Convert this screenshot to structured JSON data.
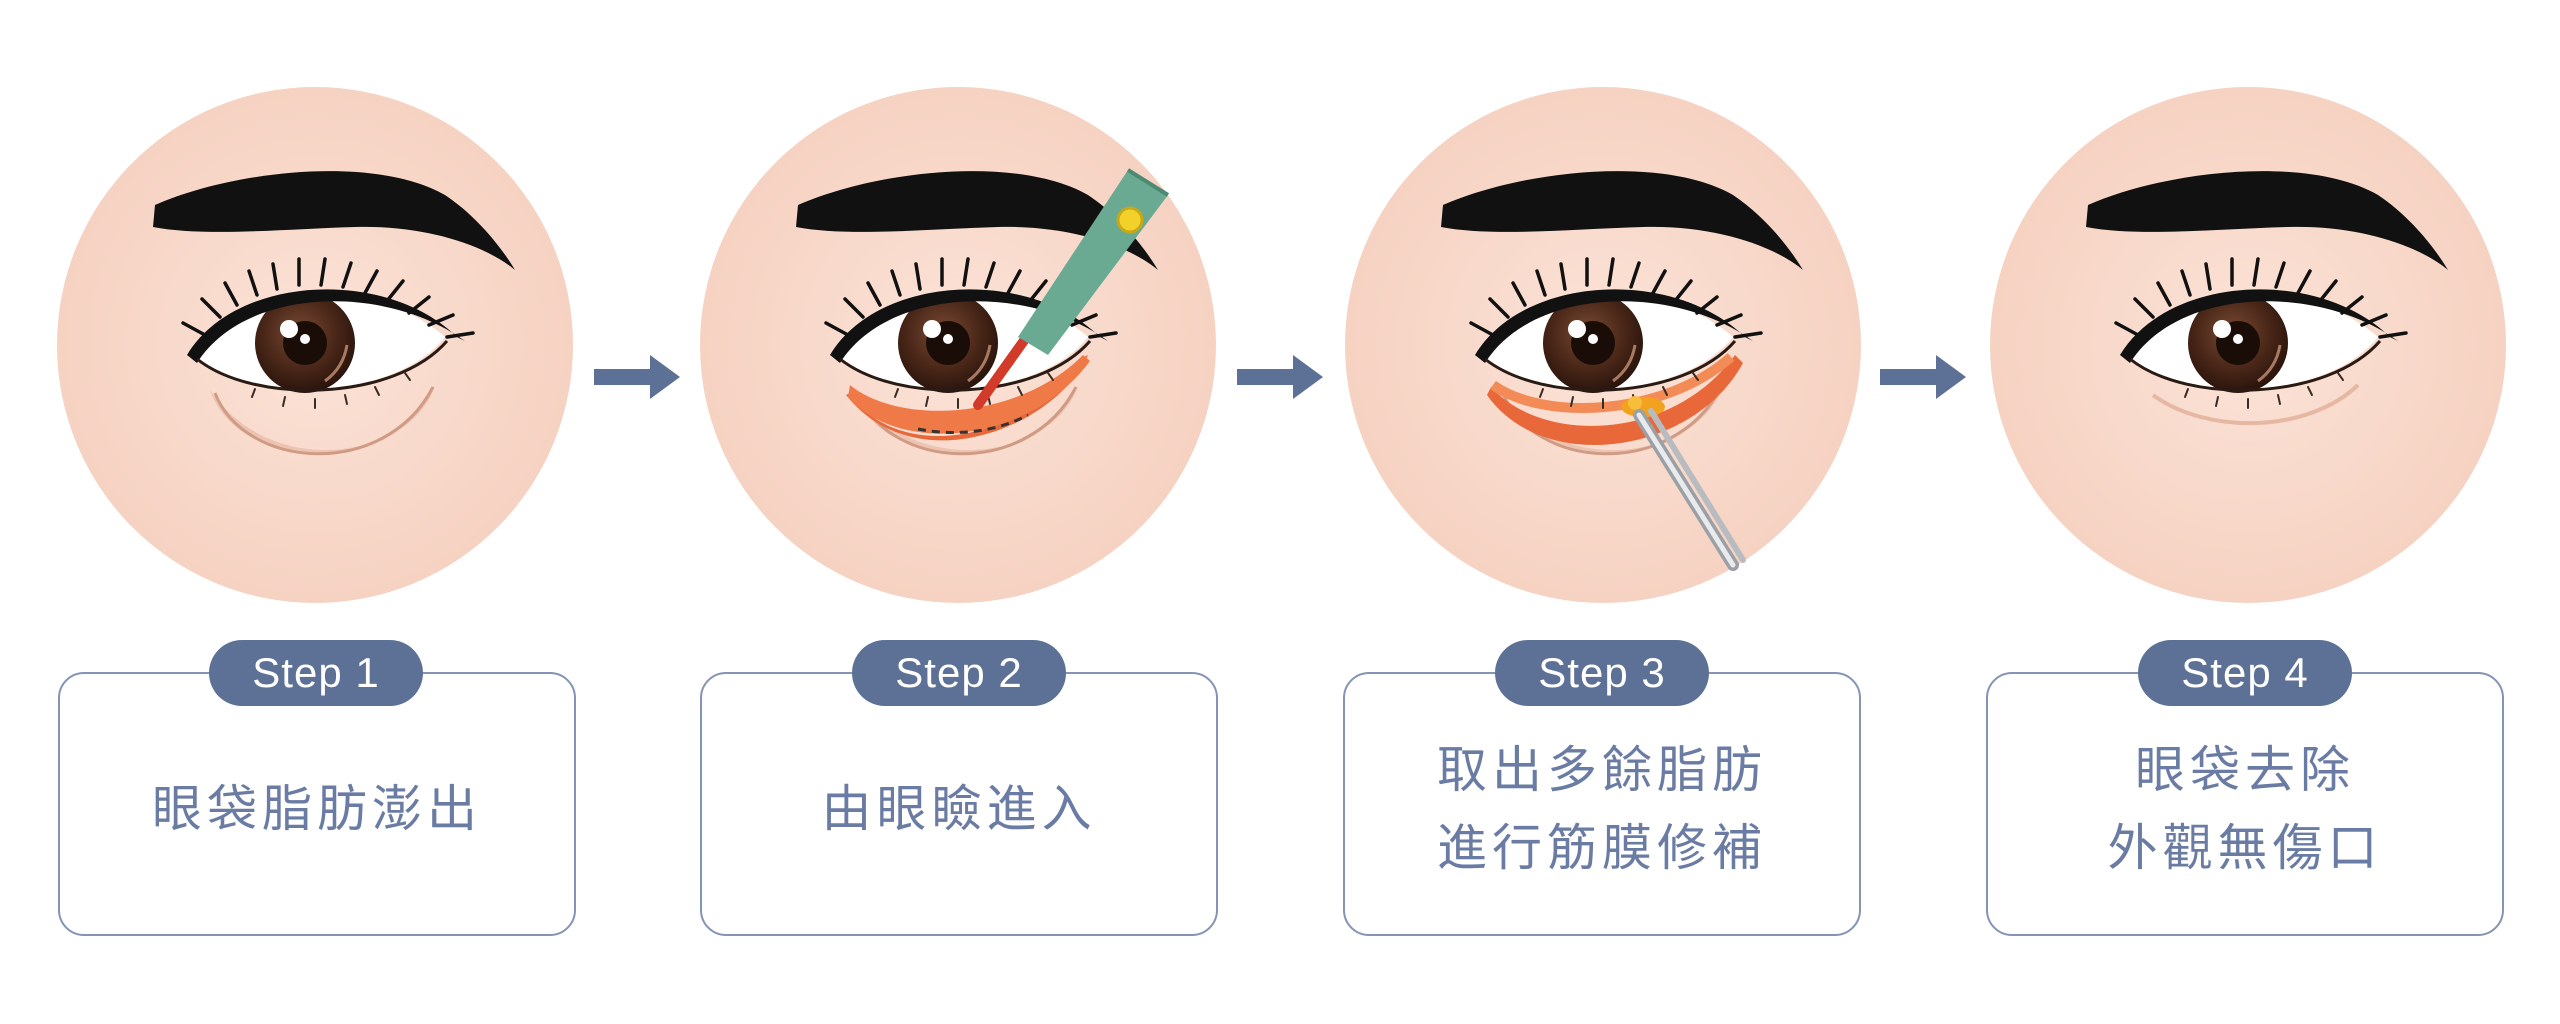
{
  "colors": {
    "skin": "#f9d9cb",
    "accent": "#5d7196",
    "border": "#8594b4",
    "text": "#6a7ca3",
    "fat": "#e86a3c",
    "tool_green": "#6aaa92"
  },
  "steps": [
    {
      "badge": "Step 1",
      "text": "眼袋脂肪澎出"
    },
    {
      "badge": "Step 2",
      "text": "由眼瞼進入"
    },
    {
      "badge": "Step 3",
      "text": "取出多餘脂肪\n進行筋膜修補"
    },
    {
      "badge": "Step 4",
      "text": "眼袋去除\n外觀無傷口"
    }
  ],
  "icons": [
    "step1-eye-illustration",
    "step2-eye-illustration",
    "step3-eye-illustration",
    "step4-eye-illustration",
    "arrow-right-icon"
  ]
}
